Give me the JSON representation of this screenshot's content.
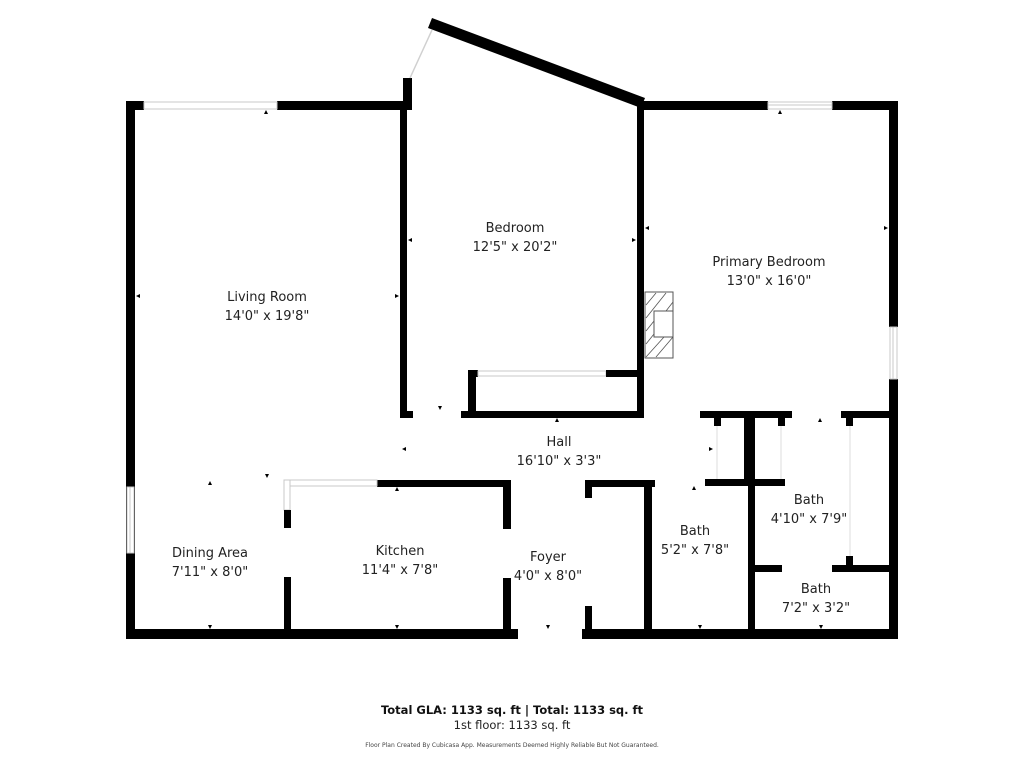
{
  "rooms": {
    "living_room": {
      "name": "Living Room",
      "dims": "14'0\" x 19'8\""
    },
    "bedroom": {
      "name": "Bedroom",
      "dims": "12'5\" x 20'2\""
    },
    "primary_bedroom": {
      "name": "Primary Bedroom",
      "dims": "13'0\" x 16'0\""
    },
    "hall": {
      "name": "Hall",
      "dims": "16'10\" x 3'3\""
    },
    "dining_area": {
      "name": "Dining Area",
      "dims": "7'11\" x 8'0\""
    },
    "kitchen": {
      "name": "Kitchen",
      "dims": "11'4\" x 7'8\""
    },
    "foyer": {
      "name": "Foyer",
      "dims": "4'0\" x 8'0\""
    },
    "bath_1": {
      "name": "Bath",
      "dims": "5'2\" x 7'8\""
    },
    "bath_2": {
      "name": "Bath",
      "dims": "4'10\" x 7'9\""
    },
    "bath_3": {
      "name": "Bath",
      "dims": "7'2\" x 3'2\""
    }
  },
  "footer": {
    "total": "Total GLA: 1133 sq. ft | Total: 1133 sq. ft",
    "floor": "1st floor: 1133 sq. ft",
    "disclaimer": "Floor Plan Created By Cubicasa App. Measurements Deemed Highly Reliable But Not Guaranteed."
  },
  "colors": {
    "wall": "#000000",
    "window": "#c8c8c8",
    "background": "#ffffff"
  }
}
